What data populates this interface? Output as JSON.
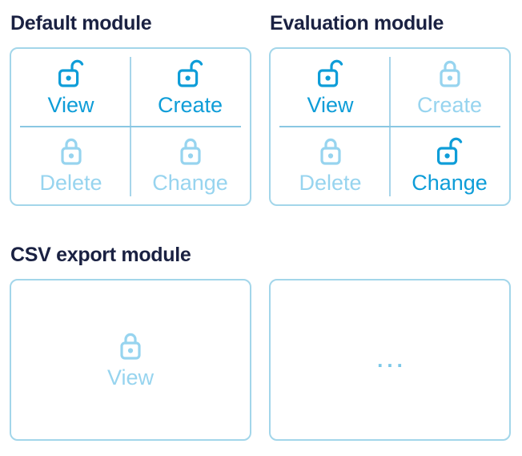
{
  "colors": {
    "title": "#1a2142",
    "active": "#0e9dd8",
    "inactive": "#97d4ef",
    "card_border": "#a3d6ea",
    "divider": "#8ac7e3",
    "ellipsis": "#7cc8e8",
    "background": "#ffffff"
  },
  "modules": [
    {
      "title": "Default module",
      "type": "quad",
      "permissions": [
        {
          "label": "View",
          "state": "unlocked",
          "enabled": true,
          "icon": "unlocked-icon"
        },
        {
          "label": "Create",
          "state": "unlocked",
          "enabled": true,
          "icon": "unlocked-icon"
        },
        {
          "label": "Delete",
          "state": "locked",
          "enabled": false,
          "icon": "locked-icon"
        },
        {
          "label": "Change",
          "state": "locked",
          "enabled": false,
          "icon": "locked-icon"
        }
      ]
    },
    {
      "title": "Evaluation module",
      "type": "quad",
      "permissions": [
        {
          "label": "View",
          "state": "unlocked",
          "enabled": true,
          "icon": "unlocked-icon"
        },
        {
          "label": "Create",
          "state": "locked",
          "enabled": false,
          "icon": "locked-icon"
        },
        {
          "label": "Delete",
          "state": "locked",
          "enabled": false,
          "icon": "locked-icon"
        },
        {
          "label": "Change",
          "state": "unlocked",
          "enabled": true,
          "icon": "unlocked-icon"
        }
      ]
    },
    {
      "title": "CSV export module",
      "type": "single",
      "permissions": [
        {
          "label": "View",
          "state": "locked",
          "enabled": false,
          "icon": "locked-icon"
        }
      ]
    },
    {
      "title": "",
      "type": "ellipsis",
      "ellipsis_label": "..."
    }
  ]
}
